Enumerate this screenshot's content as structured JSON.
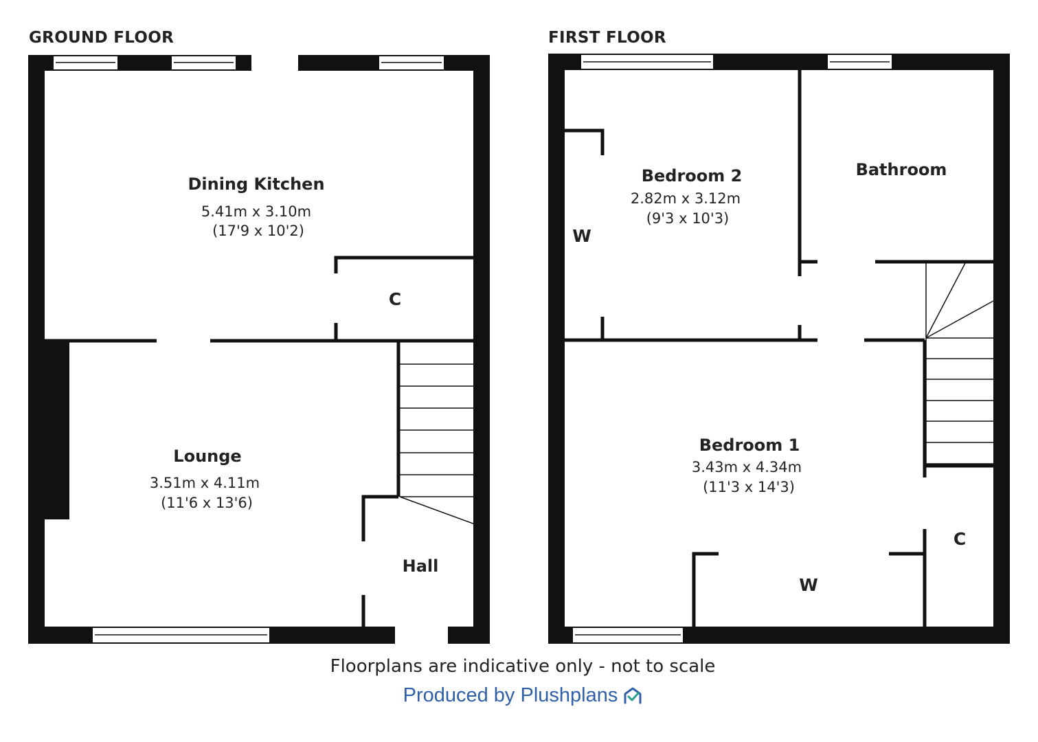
{
  "ground_floor": {
    "title": "GROUND FLOOR",
    "rooms": {
      "dining_kitchen": {
        "name": "Dining Kitchen",
        "metric": "5.41m x 3.10m",
        "imperial": "(17'9 x 10'2)"
      },
      "lounge": {
        "name": "Lounge",
        "metric": "3.51m x 4.11m",
        "imperial": "(11'6 x 13'6)"
      },
      "hall": {
        "name": "Hall"
      },
      "cupboard": {
        "label": "C"
      }
    }
  },
  "first_floor": {
    "title": "FIRST FLOOR",
    "rooms": {
      "bedroom2": {
        "name": "Bedroom 2",
        "metric": "2.82m x 3.12m",
        "imperial": "(9'3 x 10'3)"
      },
      "bathroom": {
        "name": "Bathroom"
      },
      "bedroom1": {
        "name": "Bedroom 1",
        "metric": "3.43m x 4.34m",
        "imperial": "(11'3 x 14'3)"
      },
      "wardrobe_bed2": {
        "label": "W"
      },
      "wardrobe_bed1": {
        "label": "W"
      },
      "cupboard": {
        "label": "C"
      }
    }
  },
  "footer": {
    "disclaimer": "Floorplans are indicative only - not to scale",
    "credit": "Produced by Plushplans",
    "credit_color": "#2f5fa8",
    "logo_icon": "house-check-icon",
    "logo_color": "#2aa18f"
  }
}
